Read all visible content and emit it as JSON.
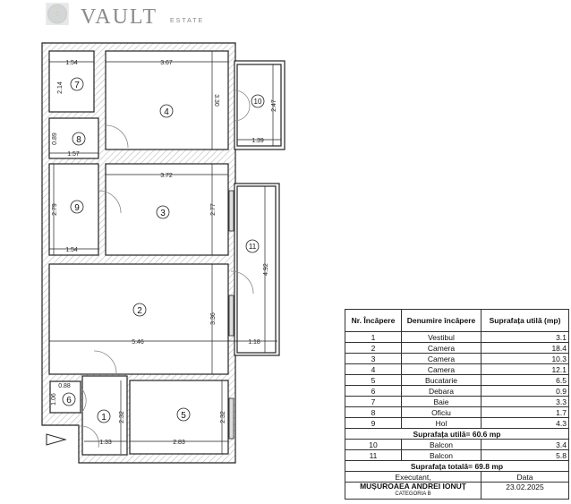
{
  "logo": {
    "text": "VAULT",
    "subtext": "ESTATE"
  },
  "rooms": [
    {
      "num": "1"
    },
    {
      "num": "2"
    },
    {
      "num": "3"
    },
    {
      "num": "4"
    },
    {
      "num": "5"
    },
    {
      "num": "6"
    },
    {
      "num": "7"
    },
    {
      "num": "8"
    },
    {
      "num": "9"
    },
    {
      "num": "10"
    },
    {
      "num": "11"
    }
  ],
  "dimensions": {
    "r7_w": "1.54",
    "r7_h": "2.14",
    "r4_w": "3.67",
    "r4_h": "3.30",
    "r10_h": "2.47",
    "r10_w": "1.39",
    "r8_h": "0.89",
    "r8_w": "1.57",
    "r3_w": "3.72",
    "r3_h": "2.77",
    "r9_h": "2.79",
    "r9_w": "1.54",
    "r11_h": "4.92",
    "r2_w": "5.46",
    "r2_h": "3.36",
    "r11_w": "1.18",
    "r6_w": "0.88",
    "r6_h": "1.06",
    "r1_h": "2.32",
    "r1_w": "1.33",
    "r5_w": "2.83",
    "r5_h": "2.32"
  },
  "table": {
    "headers": [
      "Nr. Încăpere",
      "Denumire încăpere",
      "Suprafața utilă (mp)"
    ],
    "rows": [
      [
        "1",
        "Vestibul",
        "3.1"
      ],
      [
        "2",
        "Camera",
        "18.4"
      ],
      [
        "3",
        "Camera",
        "10.3"
      ],
      [
        "4",
        "Camera",
        "12.1"
      ],
      [
        "5",
        "Bucatarie",
        "6.5"
      ],
      [
        "6",
        "Debara",
        "0.9"
      ],
      [
        "7",
        "Baie",
        "3.3"
      ],
      [
        "8",
        "Oficiu",
        "1.7"
      ],
      [
        "9",
        "Hol",
        "4.3"
      ]
    ],
    "subtotal": "Suprafața utilă= 60.6 mp",
    "balconies": [
      [
        "10",
        "Balcon",
        "3.4"
      ],
      [
        "11",
        "Balcon",
        "5.8"
      ]
    ],
    "total": "Suprafața totală= 69.8 mp",
    "executant_label": "Executant,",
    "date_label": "Data",
    "executant_name": "MUȘUROAEA ANDREI IONUȚ",
    "executant_category": "CATEGORIA B",
    "date": "23.02.2025"
  }
}
